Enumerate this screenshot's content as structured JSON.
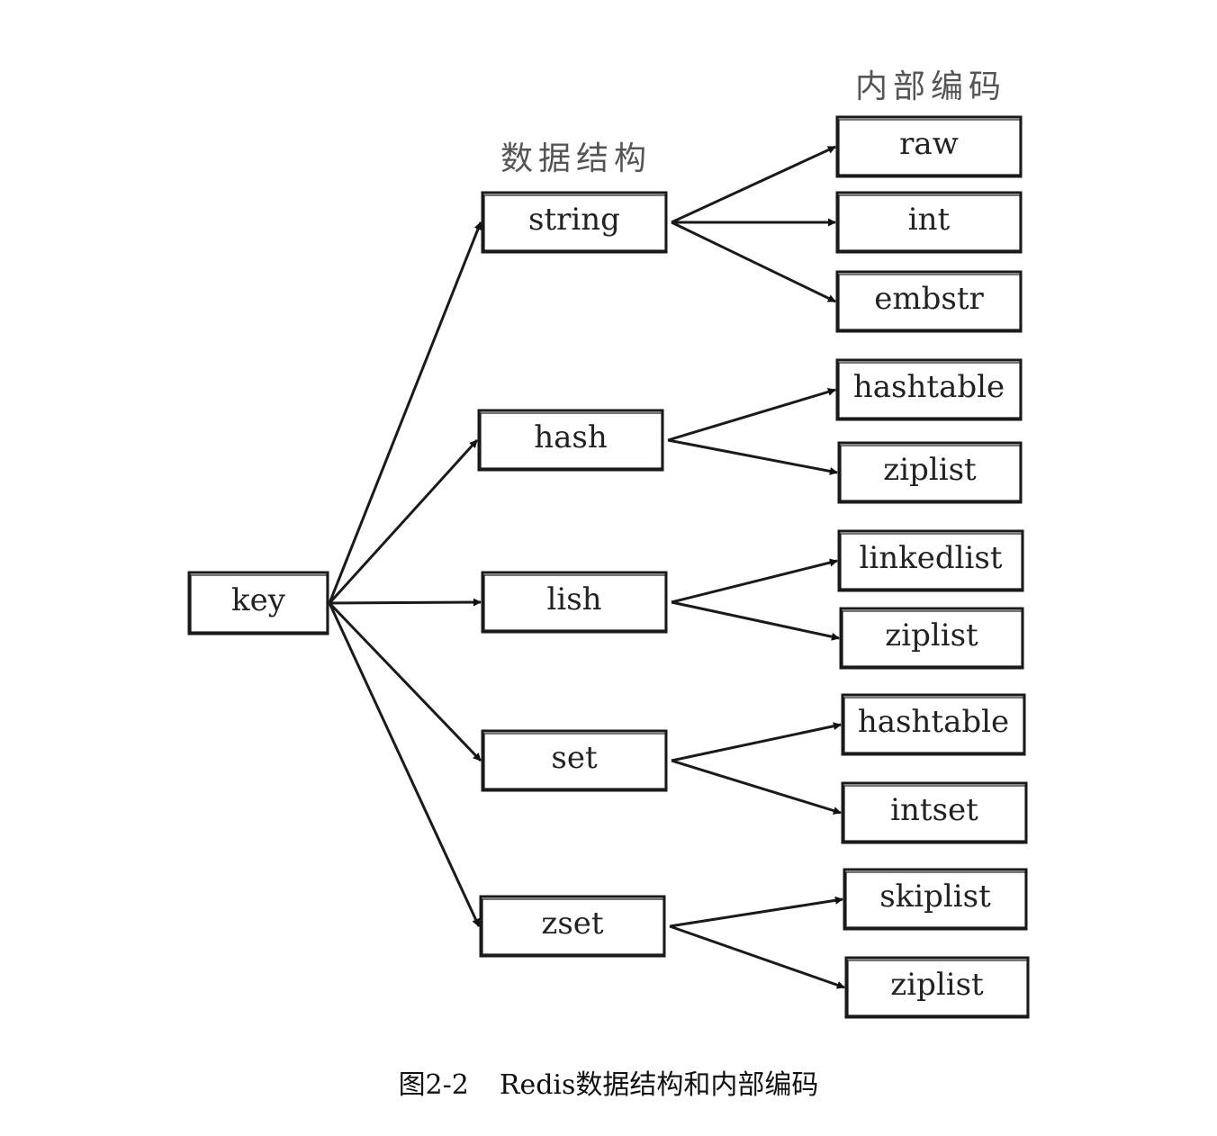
{
  "headers": {
    "data_structures": "数据结构",
    "internal_encodings": "内部编码"
  },
  "root": "key",
  "structures": [
    {
      "id": "string",
      "label": "string",
      "encodings": [
        "raw",
        "int",
        "embstr"
      ]
    },
    {
      "id": "hash",
      "label": "hash",
      "encodings": [
        "hashtable",
        "ziplist"
      ]
    },
    {
      "id": "lish",
      "label": "lish",
      "encodings": [
        "linkedlist",
        "ziplist"
      ]
    },
    {
      "id": "set",
      "label": "set",
      "encodings": [
        "hashtable",
        "intset"
      ]
    },
    {
      "id": "zset",
      "label": "zset",
      "encodings": [
        "skiplist",
        "ziplist"
      ]
    }
  ],
  "caption": {
    "number": "图2-2",
    "text": "Redis数据结构和内部编码"
  }
}
